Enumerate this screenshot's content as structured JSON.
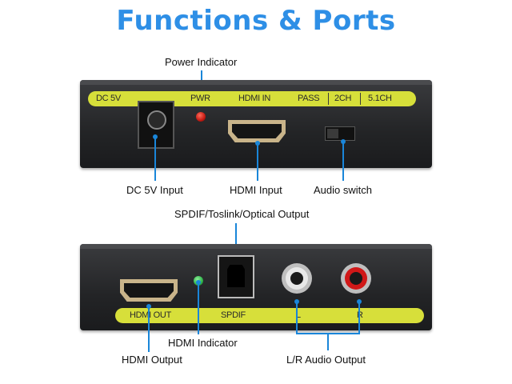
{
  "title": "Functions & Ports",
  "top_panel": {
    "labels": {
      "dc": "DC 5V",
      "pwr": "PWR",
      "hdmi_in": "HDMI IN",
      "pass": "PASS",
      "ch2": "2CH",
      "ch51": "5.1CH"
    },
    "callouts": {
      "power_indicator": "Power Indicator",
      "dc_input": "DC 5V Input",
      "hdmi_input": "HDMI Input",
      "audio_switch": "Audio switch"
    }
  },
  "bottom_panel": {
    "labels": {
      "hdmi_out": "HDMI OUT",
      "spdif": "SPDIF",
      "left": "L",
      "right": "R"
    },
    "callouts": {
      "spdif_output": "SPDIF/Toslink/Optical Output",
      "hdmi_indicator": "HDMI Indicator",
      "hdmi_output": "HDMI Output",
      "lr_audio_output": "L/R Audio Output"
    }
  },
  "colors": {
    "title": "#2e8fe6",
    "strip": "#d7df3a",
    "callout_line": "#1a86d9",
    "power_led": "#c41a12",
    "hdmi_led": "#2fb34a",
    "rca_right": "#d01818"
  }
}
